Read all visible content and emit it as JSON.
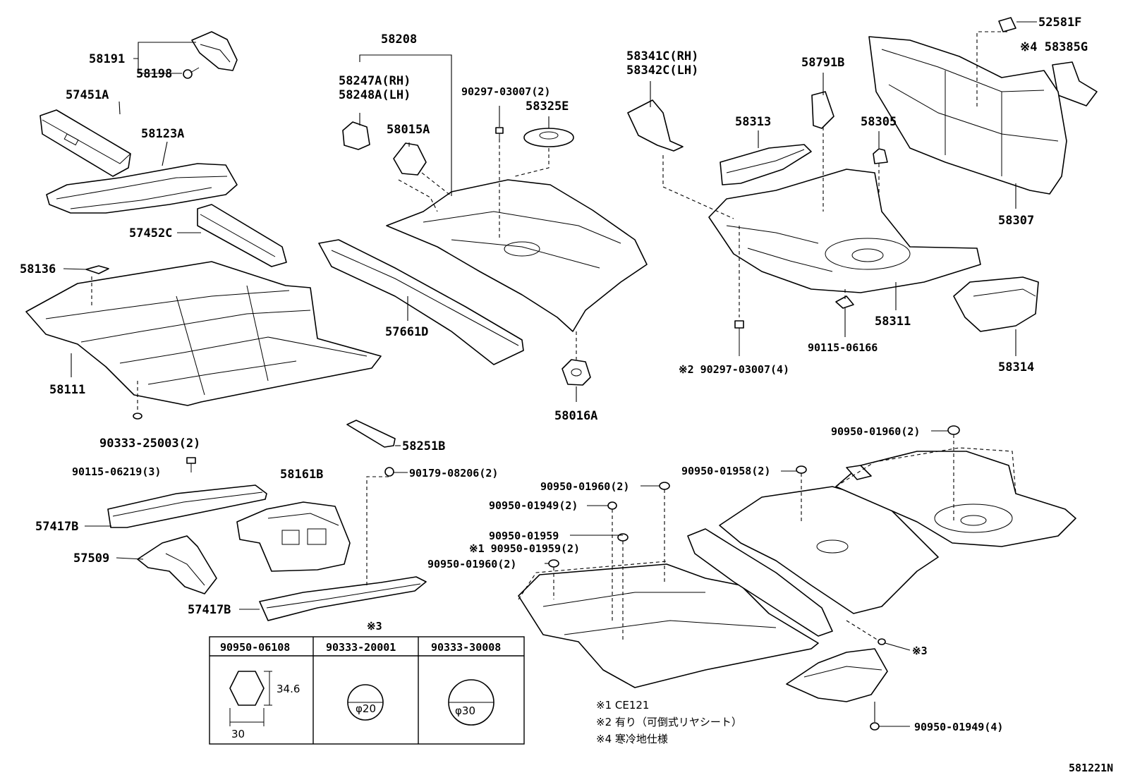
{
  "labels": {
    "p58191": "58191",
    "p58198": "58198",
    "p57451A": "57451A",
    "p58123A": "58123A",
    "p57452C": "57452C",
    "p58136": "58136",
    "p58111": "58111",
    "p90333_25003": "90333-25003(2)",
    "p58208": "58208",
    "p58247A": "58247A(RH)",
    "p58248A": "58248A(LH)",
    "p58015A": "58015A",
    "p90297_03007": "90297-03007(2)",
    "p58325E": "58325E",
    "p57661D": "57661D",
    "p58016A": "58016A",
    "p58341C": "58341C(RH)",
    "p58342C": "58342C(LH)",
    "p58791B": "58791B",
    "p58313": "58313",
    "p58305": "58305",
    "p58311": "58311",
    "p90115_06166": "90115-06166",
    "p90297_03007_4": "※2 90297-03007(4)",
    "p52581F": "52581F",
    "p58385G": "※4 58385G",
    "p58307": "58307",
    "p58314": "58314",
    "p58251B": "58251B",
    "p90179_08206": "90179-08206(2)",
    "p90115_06219": "90115-06219(3)",
    "p58161B": "58161B",
    "p57417B_1": "57417B",
    "p57509": "57509",
    "p57417B_2": "57417B",
    "p90950_01960_a": "90950-01960(2)",
    "p90950_01958": "90950-01958(2)",
    "p90950_01960_b": "90950-01960(2)",
    "p90950_01949_a": "90950-01949(2)",
    "p90950_01959": "90950-01959",
    "p90950_01959_2": "※1 90950-01959(2)",
    "p90950_01960_c": "90950-01960(2)",
    "p_ref3": "※3",
    "p90950_01949_4": "90950-01949(4)",
    "fig_code": "581221N"
  },
  "table": {
    "ref": "※3",
    "headers": [
      "90950-06108",
      "90333-20001",
      "90333-30008"
    ],
    "dim_h": "34.6",
    "dim_w": "30",
    "dia_small": "φ20",
    "dia_large": "φ30"
  },
  "notes": [
    "※1 CE121",
    "※2 有り（可倒式リヤシート）",
    "※4 寒冷地仕様"
  ]
}
